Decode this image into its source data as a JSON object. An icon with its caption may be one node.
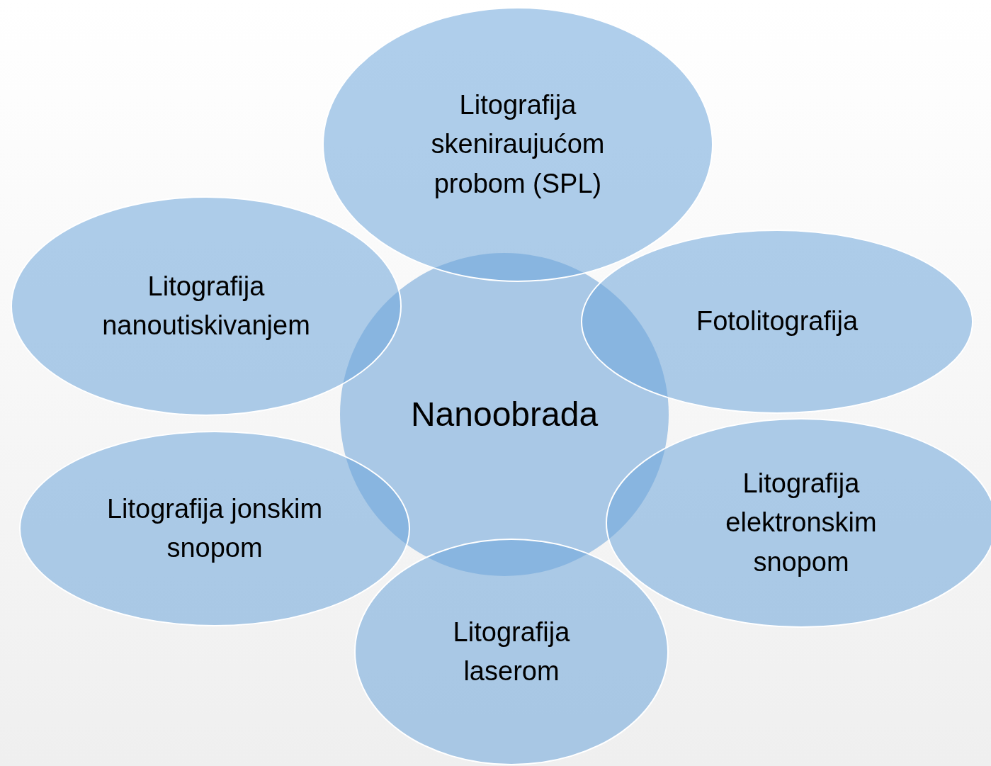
{
  "diagram": {
    "nodes": [
      {
        "text": [
          "Nanoobrada"
        ]
      },
      {
        "text": [
          "Litografija skeniraujućom probom (SPL)"
        ]
      },
      {
        "text": [
          "Fotolitografija"
        ]
      },
      {
        "text": [
          "Litografija elektronskim snopom"
        ]
      },
      {
        "text": [
          "Litografija laserom"
        ]
      },
      {
        "text": [
          "Litografija jonskim snopom"
        ]
      },
      {
        "text": [
          "Litografija nanoutiskivanjem"
        ]
      }
    ],
    "edges": []
  }
}
